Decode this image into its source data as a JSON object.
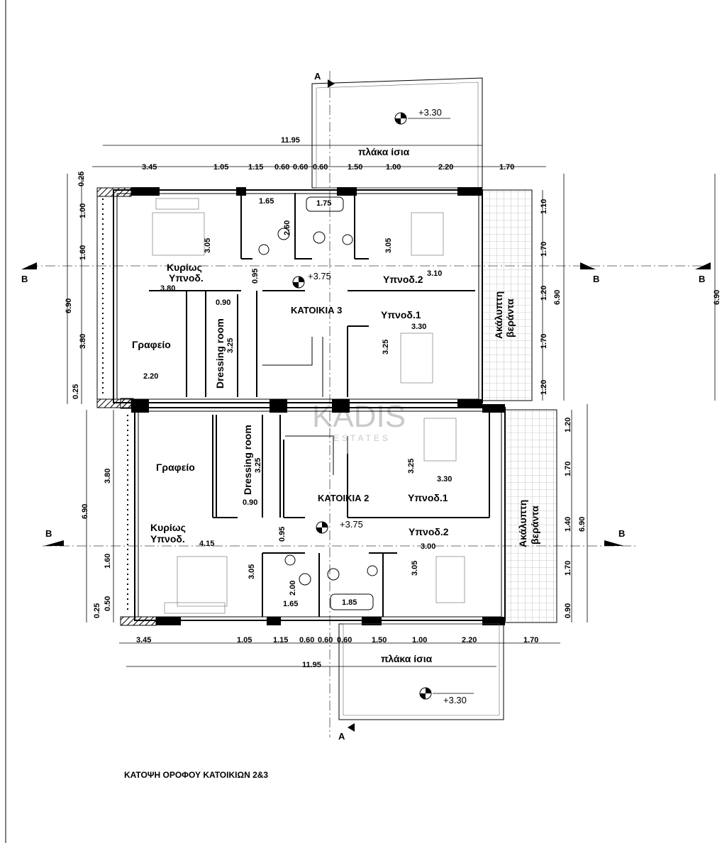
{
  "title": "ΚΑΤΟΨΗ ΟΡΟΦΟΥ ΚΑΤΟΙΚΙΩΝ 2&3",
  "watermark": {
    "line1": "KADIS",
    "line2": "ESTATES"
  },
  "section_marks": {
    "a": "A",
    "b": "B"
  },
  "top_unit": {
    "name": "ΚΑΤΟΙΚΙΑ 3",
    "level": "+3.75",
    "terrace": {
      "level": "+3.30",
      "label": "πλάκα ίσια"
    },
    "total_width": "11.95",
    "top_dims": [
      "3.45",
      "1.05",
      "1.15",
      "0.60",
      "0.60",
      "0.60",
      "1.50",
      "1.00",
      "2.20",
      "1.70"
    ],
    "left_dims": [
      "0.25",
      "1.00",
      "1.60",
      "3.80",
      "0.25"
    ],
    "left_total": "6.90",
    "right_dims": [
      "1.10",
      "1.70",
      "1.20",
      "1.70",
      "1.20"
    ],
    "right_total": "6.90",
    "far_right_total": "6.90",
    "rooms": {
      "master_1": "Κυρίως",
      "master_2": "Υπνοδ.",
      "master_w": "3.80",
      "master_h": "3.05",
      "office": "Γραφείο",
      "office_w": "2.20",
      "dressing": "Dressing room",
      "dressing_h": "3.25",
      "dressing_w": "0.90",
      "wc_w": "1.65",
      "wc_h": "2.60",
      "bath_w": "1.75",
      "hall_w": "0.95",
      "bed2": "Υπνοδ.2",
      "bed2_w": "3.10",
      "bed2_h": "3.05",
      "bed1": "Υπνοδ.1",
      "bed1_w": "3.30",
      "bed1_h": "3.25",
      "veranda_1": "Ακάλυπτη",
      "veranda_2": "βεράντα"
    }
  },
  "bottom_unit": {
    "name": "ΚΑΤΟΙΚΙΑ 2",
    "level": "+3.75",
    "terrace": {
      "level": "+3.30",
      "label": "πλάκα ίσια"
    },
    "total_width": "11.95",
    "bottom_dims": [
      "3.45",
      "1.05",
      "1.15",
      "0.60",
      "0.60",
      "0.60",
      "1.50",
      "1.00",
      "2.20",
      "1.70"
    ],
    "left_dims": [
      "3.80",
      "1.60",
      "0.50",
      "0.25"
    ],
    "left_total": "6.90",
    "right_dims": [
      "1.20",
      "1.70",
      "1.40",
      "1.70",
      "0.90"
    ],
    "right_total": "6.90",
    "rooms": {
      "office": "Γραφείο",
      "dressing": "Dressing room",
      "dressing_h": "3.25",
      "dressing_w": "0.90",
      "master_1": "Κυρίως",
      "master_2": "Υπνοδ.",
      "master_w": "4.15",
      "master_h": "3.05",
      "hall_w": "0.95",
      "wc_h": "2.00",
      "wc_w": "1.65",
      "bath_w": "1.85",
      "bed1": "Υπνοδ.1",
      "bed1_w": "3.30",
      "bed1_h": "3.25",
      "bed2": "Υπνοδ.2",
      "bed2_w": "3.00",
      "bed2_h": "3.05",
      "veranda_1": "Ακάλυπτη",
      "veranda_2": "βεράντα"
    }
  }
}
